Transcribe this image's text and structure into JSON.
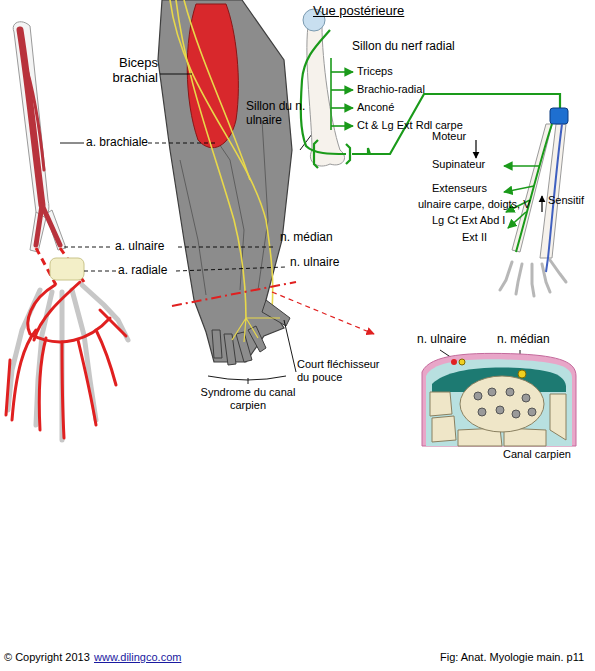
{
  "diagram": {
    "caption": "Fig: Anat. Myologie main. p11",
    "labels": [
      "Vue postérieure",
      "Biceps brachial",
      "Sillon du nerf radial",
      "Triceps",
      "Brachio-radial",
      "Anconé",
      "Ct & Lg Ext Rdl carpe",
      "Sillon du n. ulnaire",
      "a. brachiale",
      "Moteur",
      "Supinateur",
      "Extenseurs",
      "ulnaire carpe, doigts, V",
      "Lg Ct Ext Abd I",
      "Ext II",
      "Sensitif",
      "a. ulnaire",
      "n. médian",
      "a. radiale",
      "n. ulnaire",
      "Court fléchisseur du pouce",
      "Syndrome du canal carpien",
      "n. ulnaire",
      "n. médian",
      "Canal carpien",
      "© Copyright 2013",
      "www.dilingco.com"
    ]
  }
}
